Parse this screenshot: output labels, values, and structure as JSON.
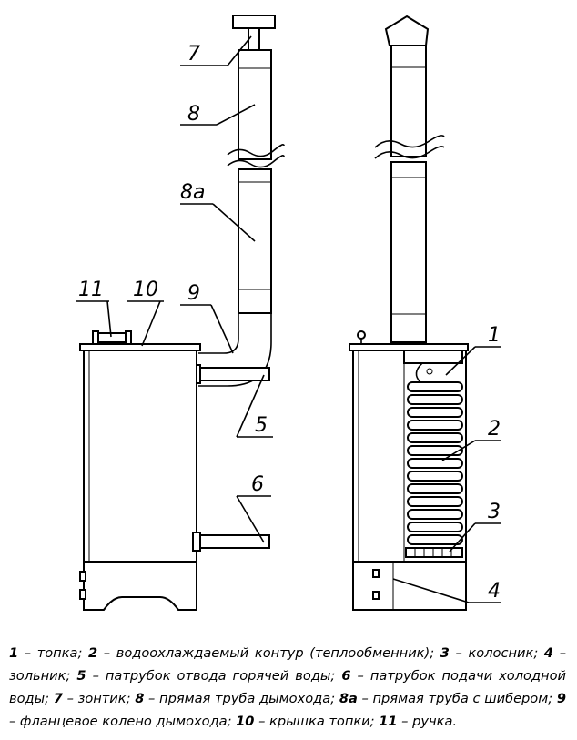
{
  "callouts": {
    "c1": "1",
    "c2": "2",
    "c3": "3",
    "c4": "4",
    "c5": "5",
    "c6": "6",
    "c7": "7",
    "c8": "8",
    "c8a": "8а",
    "c9": "9",
    "c10": "10",
    "c11": "11"
  },
  "legend": [
    {
      "num": "1",
      "text": " – топка; "
    },
    {
      "num": "2",
      "text": " – водоохлаждаемый контур (теплообменник); "
    },
    {
      "num": "3",
      "text": " – колосник; "
    },
    {
      "num": "4",
      "text": " – зольник; "
    },
    {
      "num": "5",
      "text": " – патрубок отвода горячей воды; "
    },
    {
      "num": "6",
      "text": " – патрубок подачи холодной воды; "
    },
    {
      "num": "7",
      "text": " – зонтик; "
    },
    {
      "num": "8",
      "text": " – прямая труба дымохода; "
    },
    {
      "num": "8а",
      "text": " – прямая труба с шибером; "
    },
    {
      "num": "9",
      "text": " – фланцевое колено дымохода; "
    },
    {
      "num": "10",
      "text": " – крышка топки; "
    },
    {
      "num": "11",
      "text": " – ручка."
    }
  ]
}
